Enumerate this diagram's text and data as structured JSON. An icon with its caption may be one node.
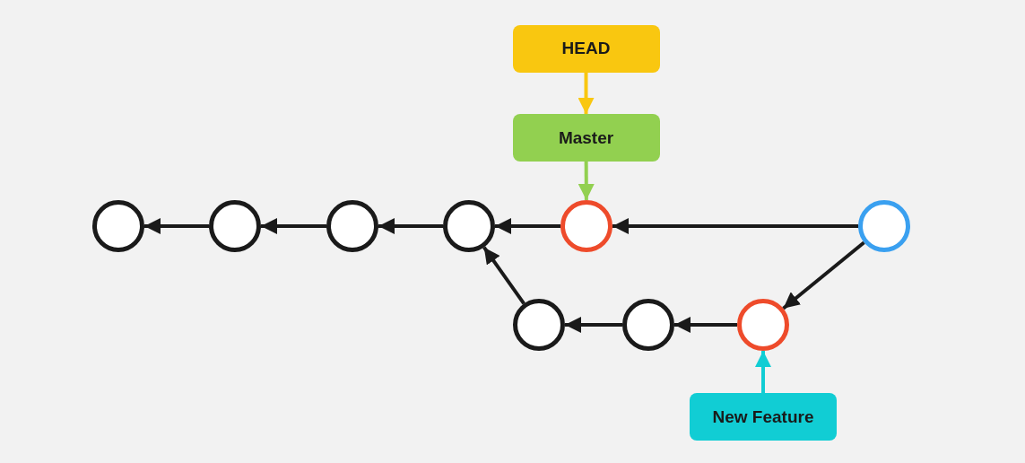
{
  "diagram": {
    "nodes": [
      {
        "text": [
          "HEAD"
        ]
      },
      {
        "text": [
          "Master"
        ]
      },
      {
        "text": [],
        "shape": "circle"
      },
      {
        "text": [],
        "shape": "circle"
      },
      {
        "text": [],
        "shape": "circle"
      },
      {
        "text": [],
        "shape": "circle"
      },
      {
        "text": [],
        "shape": "circle"
      },
      {
        "text": [],
        "shape": "circle"
      },
      {
        "text": [],
        "shape": "circle"
      },
      {
        "text": [],
        "shape": "circle"
      },
      {
        "text": [],
        "shape": "circle"
      },
      {
        "text": [
          "New Feature"
        ]
      }
    ],
    "edges": [
      {
        "from": 0,
        "to": 1,
        "arrow": "to",
        "color": "#f9c710"
      },
      {
        "from": 1,
        "to": 6,
        "arrow": "to",
        "color": "#92d050"
      },
      {
        "from": 3,
        "to": 2,
        "arrow": "to"
      },
      {
        "from": 4,
        "to": 3,
        "arrow": "to"
      },
      {
        "from": 5,
        "to": 4,
        "arrow": "to"
      },
      {
        "from": 6,
        "to": 5,
        "arrow": "to"
      },
      {
        "from": 7,
        "to": 6,
        "arrow": "to"
      },
      {
        "from": 7,
        "to": 10,
        "arrow": "to"
      },
      {
        "from": 10,
        "to": 9,
        "arrow": "to"
      },
      {
        "from": 9,
        "to": 8,
        "arrow": "to"
      },
      {
        "from": 8,
        "to": 5,
        "arrow": "to"
      },
      {
        "from": 11,
        "to": 10,
        "arrow": "to",
        "color": "#11cdd4"
      }
    ]
  }
}
